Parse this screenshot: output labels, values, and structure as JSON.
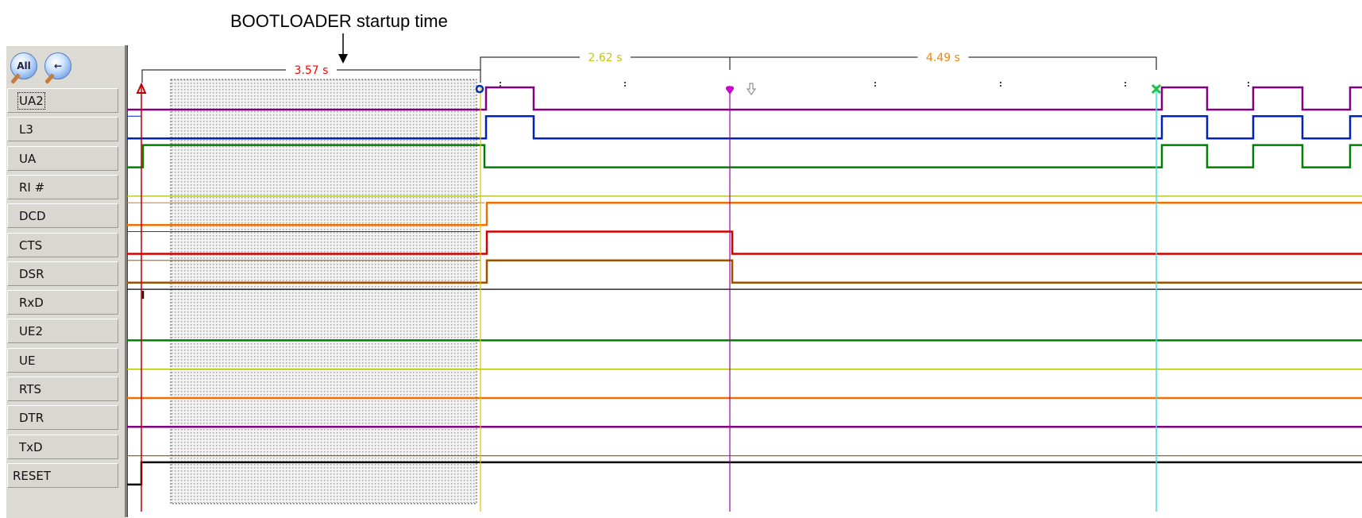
{
  "annotation": {
    "text": "BOOTLOADER startup time"
  },
  "toolbar": {
    "zoom_all_label": "All",
    "zoom_all_icon": "zoom-all-magnifier-icon",
    "zoom_back_icon": "zoom-back-magnifier-icon"
  },
  "channels": [
    {
      "label": "UA2",
      "color": "#800080"
    },
    {
      "label": "L3",
      "color": "#0020c0"
    },
    {
      "label": "UA",
      "color": "#008000"
    },
    {
      "label": "RI #",
      "color": "#a8c000"
    },
    {
      "label": "DCD",
      "color": "#f07000"
    },
    {
      "label": "CTS",
      "color": "#d00000"
    },
    {
      "label": "DSR",
      "color": "#a05000"
    },
    {
      "label": "RxD",
      "color": "#000000"
    },
    {
      "label": "UE2",
      "color": "#008000"
    },
    {
      "label": "UE",
      "color": "#a8c000"
    },
    {
      "label": "RTS",
      "color": "#f07000"
    },
    {
      "label": "DTR",
      "color": "#800080"
    },
    {
      "label": "TxD",
      "color": "#a06020"
    },
    {
      "label": "RESET",
      "color": "#000000"
    }
  ],
  "measurements": [
    {
      "label": "3.57 s",
      "color": "#ff0000"
    },
    {
      "label": "2.62 s",
      "color": "#c8c800"
    },
    {
      "label": "4.49 s",
      "color": "#ff8000"
    }
  ],
  "cursors": [
    {
      "name": "start-marker-icon",
      "color": "#c00000"
    },
    {
      "name": "circle-marker-icon",
      "color": "#0030c0"
    },
    {
      "name": "heart-marker-icon",
      "color": "#d000d0"
    },
    {
      "name": "down-arrow-marker-icon",
      "color": "#909090"
    },
    {
      "name": "cross-marker-icon",
      "color": "#20c040"
    }
  ]
}
